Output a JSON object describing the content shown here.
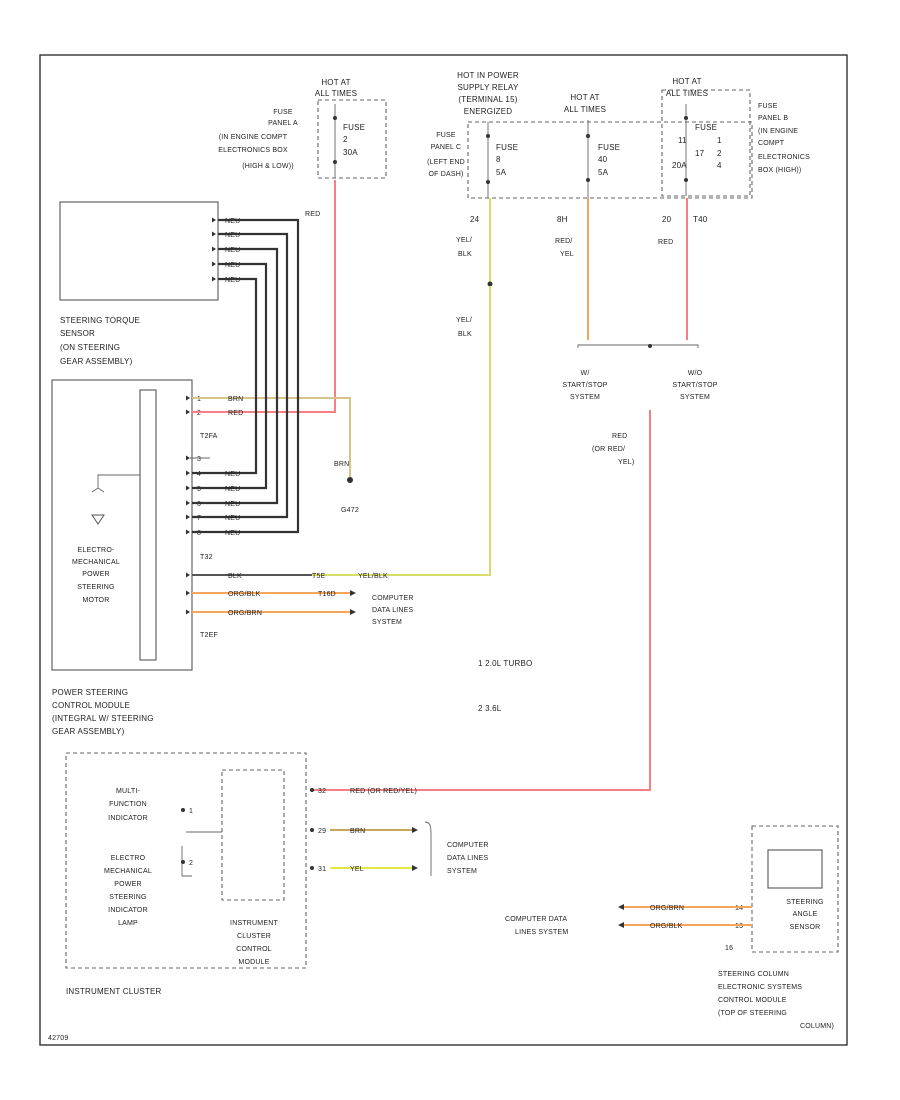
{
  "fuses": {
    "f1": {
      "hot": [
        "HOT AT",
        "ALL TIMES"
      ],
      "panel": [
        "FUSE",
        "PANEL A",
        "(IN ENGINE COMPT",
        "ELECTRONICS BOX",
        "(HIGH & LOW))"
      ],
      "name": "FUSE",
      "num": "2",
      "amp": "30A"
    },
    "f2": {
      "hot": [
        "HOT IN POWER",
        "SUPPLY RELAY",
        "(TERMINAL 15)",
        "ENERGIZED"
      ],
      "panel": [
        "FUSE",
        "PANEL C",
        "(LEFT END",
        "OF DASH)"
      ],
      "name": "FUSE",
      "num": "8",
      "amp": "5A"
    },
    "f3": {
      "hot": [
        "HOT AT",
        "ALL TIMES"
      ],
      "name": "FUSE",
      "num": "40",
      "amp": "5A"
    },
    "f4": {
      "hot": [
        "HOT AT",
        "ALL TIMES"
      ],
      "panel": [
        "FUSE",
        "PANEL B",
        "(IN ENGINE",
        "COMPT",
        "ELECTRONICS",
        "BOX (HIGH))"
      ],
      "name": "FUSE",
      "num1": "11",
      "num2": "17",
      "amp1": "20A",
      "t1": "1",
      "t2": "2",
      "t3": "4"
    }
  },
  "pins": {
    "p24": "24",
    "p8h": "8H",
    "p20": "20",
    "t40": "T40"
  },
  "wires": {
    "red_top": "RED",
    "yel_blk_1": "YEL/",
    "yel_blk_2": "BLK",
    "red_yel_1": "RED/",
    "red_yel_2": "YEL",
    "red_f4": "RED",
    "neu": "NEU",
    "brn_v": "BRN",
    "brn_h": "BRN",
    "red_h": "RED",
    "blk_main": "BLK",
    "yel_blk_h": "YEL/BLK",
    "org_blk": "ORG/BLK",
    "org_brn": "ORG/BRN",
    "red_cont_1": "RED",
    "red_cont_2": "(OR RED/",
    "red_cont_3": "YEL)",
    "ic_red": "RED (OR RED/YEL)",
    "ic_brn": "BRN",
    "ic_yel": "YEL",
    "sa_org_brn": "ORG/BRN",
    "sa_org_blk": "ORG/BLK"
  },
  "connectors": {
    "t2fa": "T2FA",
    "t32": "T32",
    "t5": "T5E",
    "t2ef": "T2EF",
    "t16d": "T16D",
    "t16d_pin": "16"
  },
  "ground": {
    "g": "G472"
  },
  "start_stop": {
    "a": [
      "W/",
      "START/STOP",
      "SYSTEM"
    ],
    "b": [
      "W/O",
      "START/STOP",
      "SYSTEM"
    ]
  },
  "components": {
    "torque_sensor": [
      "STEERING TORQUE",
      "SENSOR",
      "(ON STEERING",
      "GEAR ASSEMBLY)"
    ],
    "motor": [
      "ELECTRO-",
      "MECHANICAL",
      "POWER",
      "STEERING",
      "MOTOR"
    ],
    "pscm": [
      "POWER STEERING",
      "CONTROL MODULE",
      "(INTEGRAL W/ STEERING",
      "GEAR ASSEMBLY)"
    ],
    "mfi": [
      "MULTI-",
      "FUNCTION",
      "INDICATOR"
    ],
    "epsi": [
      "ELECTRO",
      "MECHANICAL",
      "POWER",
      "STEERING",
      "INDICATOR",
      "LAMP"
    ],
    "iccm": [
      "INSTRUMENT",
      "CLUSTER",
      "CONTROL",
      "MODULE"
    ],
    "ic": "INSTRUMENT CLUSTER",
    "sas": [
      "STEERING",
      "ANGLE",
      "SENSOR"
    ],
    "scm": [
      "STEERING COLUMN",
      "ELECTRONIC SYSTEMS",
      "CONTROL MODULE",
      "(TOP OF STEERING",
      "COLUMN)"
    ]
  },
  "data_lines": {
    "a": [
      "COMPUTER",
      "DATA LINES",
      "SYSTEM"
    ],
    "b": [
      "COMPUTER",
      "DATA LINES",
      "SYSTEM"
    ],
    "c": [
      "COMPUTER DATA",
      "LINES SYSTEM"
    ]
  },
  "notes": [
    "1 2.0L TURBO",
    "2 3.6L"
  ],
  "cluster_pins": {
    "p1": "1",
    "p2": "2",
    "c32a": "32",
    "c29": "29",
    "c31": "31"
  },
  "motor_pins": {
    "p1": "1",
    "p2": "2",
    "p3": "3",
    "p4": "4",
    "p5": "5",
    "p6": "6",
    "p7": "7",
    "p8": "8"
  },
  "sas_pins": {
    "a": "14",
    "b": "13"
  },
  "code": "42709",
  "colors": {
    "red": "#f47f84",
    "orange": "#f5a65b",
    "yellow": "#d8dd6a",
    "brown": "#a89362",
    "black": "#333333"
  }
}
